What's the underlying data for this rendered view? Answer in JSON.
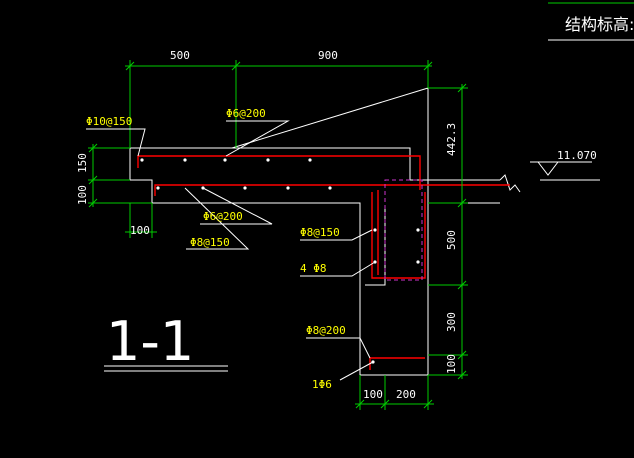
{
  "header": {
    "title": "结构标高:"
  },
  "section_label": "1-1",
  "elevation": "11.070",
  "dimensions": {
    "top_left": "500",
    "top_right": "900",
    "left_outer": "100",
    "left_inner": "150",
    "bottom_left_ledge": "100",
    "right_top": "442.3",
    "right_mid": "500",
    "right_low": "300",
    "right_bottom": "100",
    "bottom_a": "100",
    "bottom_b": "200"
  },
  "rebar_labels": {
    "top_main": "Φ10@150",
    "top_dist": "Φ6@200",
    "bottom_dist": "Φ6@200",
    "bottom_main": "Φ8@150",
    "web_stirrup": "Φ8@150",
    "web_bars": "4 Φ8",
    "toe_stirrup": "Φ8@200",
    "toe_bar": "1Φ6"
  },
  "colors": {
    "background": "#000000",
    "concrete_outline": "#ffffff",
    "dimension": "#00cc00",
    "rebar": "#ff0000",
    "label_text": "#ffff00",
    "hidden_line": "#cc33cc"
  }
}
